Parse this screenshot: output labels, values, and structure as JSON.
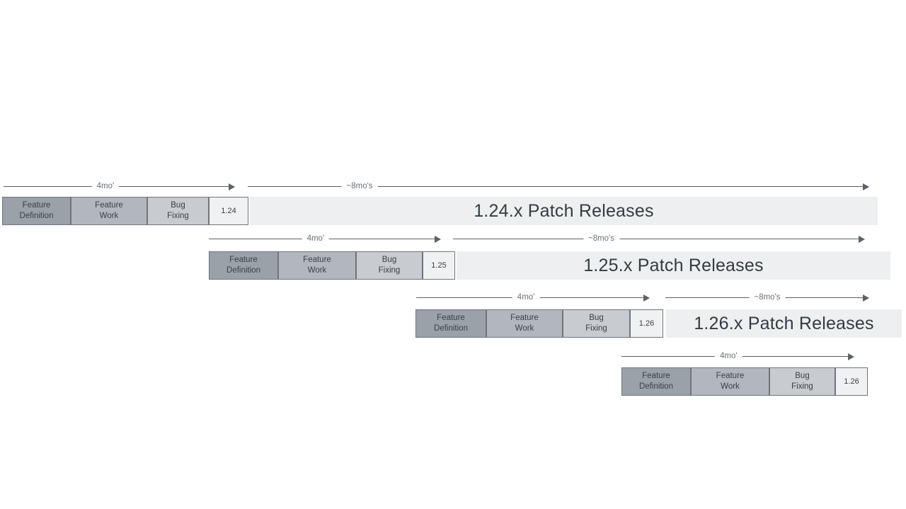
{
  "diagram": {
    "background_color": "#ffffff",
    "colors": {
      "phase_feature_definition": "#9aa1a8",
      "phase_feature_work": "#b2b7bd",
      "phase_bug_fixing": "#c8cbd0",
      "version_box": "#f0f1f3",
      "patch_bar": "#edeff1",
      "box_border": "#6f757b",
      "arrow": "#5b6167",
      "duration_label_text": "#6b7076",
      "patch_bar_text": "#343b42"
    },
    "rows": [
      {
        "version": "1.24",
        "dev_duration_label": "4mo'",
        "patch_duration_label": "~8mo's",
        "patch_release_label": "1.24.x Patch Releases",
        "phases": [
          "Feature\nDefinition",
          "Feature\nWork",
          "Bug\nFixing"
        ]
      },
      {
        "version": "1.25",
        "dev_duration_label": "4mo'",
        "patch_duration_label": "~8mo's",
        "patch_release_label": "1.25.x Patch Releases",
        "phases": [
          "Feature\nDefinition",
          "Feature\nWork",
          "Bug\nFixing"
        ]
      },
      {
        "version": "1.26",
        "dev_duration_label": "4mo'",
        "patch_duration_label": "~8mo's",
        "patch_release_label": "1.26.x Patch Releases",
        "phases": [
          "Feature\nDefinition",
          "Feature\nWork",
          "Bug\nFixing"
        ]
      },
      {
        "version": "1.26",
        "dev_duration_label": "4mo'",
        "phases": [
          "Feature\nDefinition",
          "Feature\nWork",
          "Bug\nFixing"
        ]
      }
    ]
  }
}
